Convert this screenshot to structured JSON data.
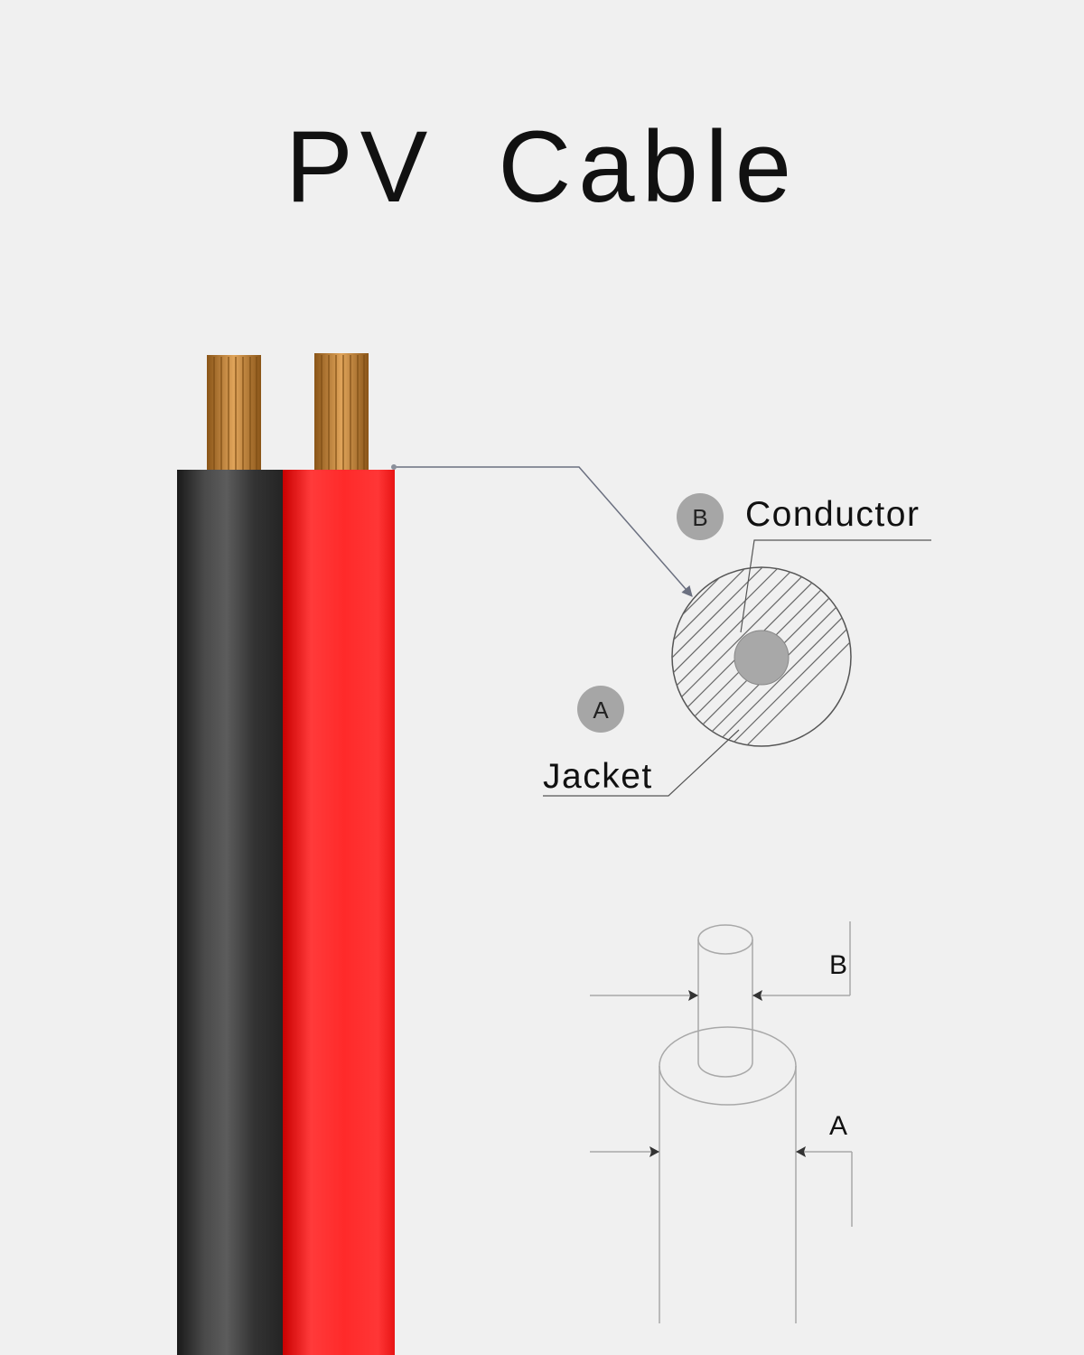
{
  "title": {
    "word1": "PV",
    "word2": "Cable"
  },
  "cross_section": {
    "badge_b": "B",
    "conductor_label": "Conductor",
    "badge_a": "A",
    "jacket_label": "Jacket"
  },
  "dimension_drawing": {
    "label_b": "B",
    "label_a": "A"
  },
  "colors": {
    "background": "#f0f0f0",
    "black_jacket": "#2e2e2e",
    "red_jacket": "#ff2a2a",
    "copper": "#c98a3a",
    "badge": "#a6a6a6",
    "line": "#555555",
    "light_line": "#b5b5b5"
  }
}
